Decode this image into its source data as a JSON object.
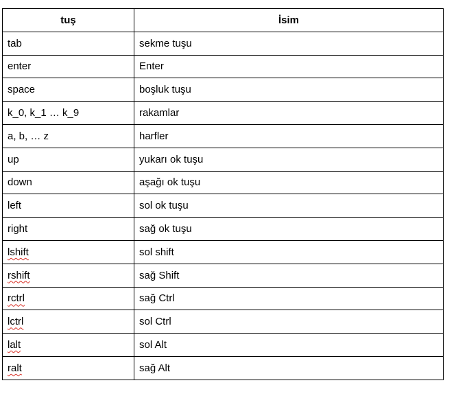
{
  "table": {
    "headers": [
      "tuş",
      "İsim"
    ],
    "rows": [
      {
        "key": "tab",
        "name": "sekme tuşu",
        "misspelled": false
      },
      {
        "key": "enter",
        "name": "Enter",
        "misspelled": false
      },
      {
        "key": "space",
        "name": "boşluk tuşu",
        "misspelled": false
      },
      {
        "key": "k_0, k_1 … k_9",
        "name": "rakamlar",
        "misspelled": false
      },
      {
        "key": "a, b, … z",
        "name": "harfler",
        "misspelled": false
      },
      {
        "key": "up",
        "name": "yukarı ok tuşu",
        "misspelled": false
      },
      {
        "key": "down",
        "name": "aşağı ok tuşu",
        "misspelled": false
      },
      {
        "key": "left",
        "name": "sol ok tuşu",
        "misspelled": false
      },
      {
        "key": "right",
        "name": "sağ ok tuşu",
        "misspelled": false
      },
      {
        "key": "lshift",
        "name": "sol shift",
        "misspelled": true
      },
      {
        "key": "rshift",
        "name": "sağ Shift",
        "misspelled": true
      },
      {
        "key": "rctrl",
        "name": "sağ Ctrl",
        "misspelled": true
      },
      {
        "key": "lctrl",
        "name": "sol Ctrl",
        "misspelled": true
      },
      {
        "key": "lalt",
        "name": "sol Alt",
        "misspelled": true
      },
      {
        "key": "ralt",
        "name": "sağ Alt",
        "misspelled": true
      }
    ]
  },
  "colors": {
    "border": "#000000",
    "text": "#000000",
    "spellcheck_underline": "#d93025"
  }
}
